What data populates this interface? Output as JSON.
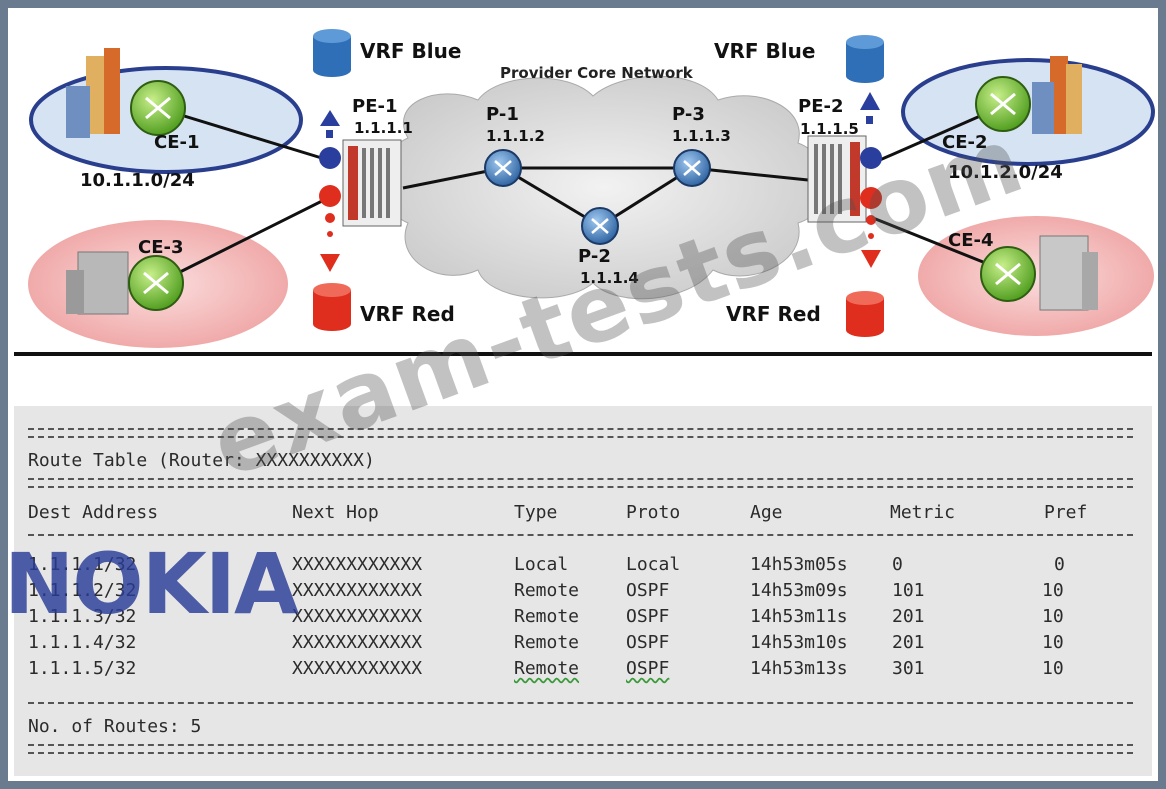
{
  "diagram": {
    "cloud_label": "Provider Core Network",
    "vrf_blue_label": "VRF Blue",
    "vrf_red_label": "VRF Red",
    "colors": {
      "vrf_blue": "#2f6fb8",
      "vrf_red": "#e02e1e",
      "router_green": "#7fc23a",
      "core_router": "#3c7fc0",
      "blue_site_ring": "#2a3e8e",
      "red_site_fill": "#f3b7b7"
    },
    "nodes": {
      "pe1": {
        "name": "PE-1",
        "ip": "1.1.1.1"
      },
      "pe2": {
        "name": "PE-2",
        "ip": "1.1.1.5"
      },
      "p1": {
        "name": "P-1",
        "ip": "1.1.1.2"
      },
      "p2": {
        "name": "P-2",
        "ip": "1.1.1.4"
      },
      "p3": {
        "name": "P-3",
        "ip": "1.1.1.3"
      },
      "ce1": {
        "name": "CE-1",
        "subnet": "10.1.1.0/24"
      },
      "ce2": {
        "name": "CE-2",
        "subnet": "10.1.2.0/24"
      },
      "ce3": {
        "name": "CE-3"
      },
      "ce4": {
        "name": "CE-4"
      }
    }
  },
  "route_table": {
    "title": "Route Table (Router: XXXXXXXXXX)",
    "columns": [
      "Dest Address",
      "Next Hop",
      "Type",
      "Proto",
      "Age",
      "Metric",
      "Pref"
    ],
    "rows": [
      [
        "1.1.1.1/32",
        "XXXXXXXXXXXX",
        "Local",
        "Local",
        "14h53m05s",
        "0",
        "0"
      ],
      [
        "1.1.1.2/32",
        "XXXXXXXXXXXX",
        "Remote",
        "OSPF",
        "14h53m09s",
        "101",
        "10"
      ],
      [
        "1.1.1.3/32",
        "XXXXXXXXXXXX",
        "Remote",
        "OSPF",
        "14h53m11s",
        "201",
        "10"
      ],
      [
        "1.1.1.4/32",
        "XXXXXXXXXXXX",
        "Remote",
        "OSPF",
        "14h53m10s",
        "201",
        "10"
      ],
      [
        "1.1.1.5/32",
        "XXXXXXXXXXXX",
        "Remote",
        "OSPF",
        "14h53m13s",
        "301",
        "10"
      ]
    ],
    "footer": "No. of Routes: 5"
  },
  "watermark": "exam-tests.com",
  "logo": "NOKIA"
}
